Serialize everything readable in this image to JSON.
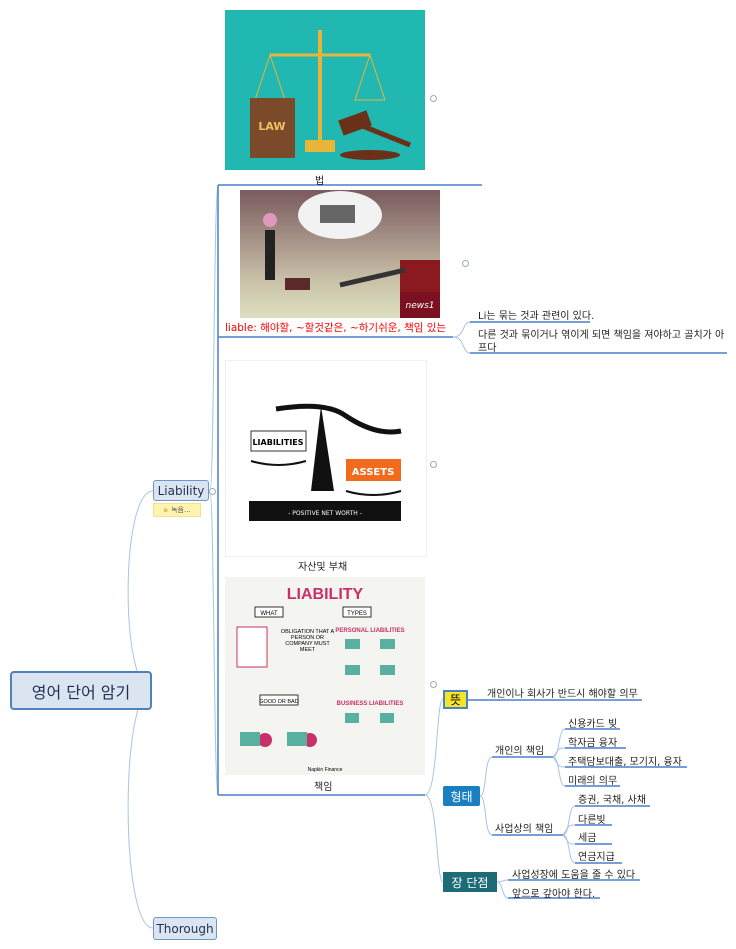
{
  "root": {
    "label": "영어 단어 암기"
  },
  "branches": [
    {
      "label": "Liability",
      "note": "녹음..."
    },
    {
      "label": "Thorough"
    }
  ],
  "images": [
    {
      "caption": "법",
      "text": "LAW"
    },
    {
      "caption": "liable: 해야할, ~할것같은, ~하기쉬운, 책임 있는",
      "caption_color": "#ff0000",
      "logo": "news1"
    },
    {
      "caption": "자산및 부채",
      "left": "LIABILITIES",
      "right": "ASSETS",
      "banner": "- POSITIVE NET WORTH -"
    },
    {
      "caption": "책임",
      "title": "LIABILITY",
      "what": "WHAT",
      "types": "TYPES",
      "obligation": "OBLIGATION THAT A PERSON OR COMPANY MUST MEET",
      "personal": "PERSONAL LIABILITIES",
      "business": "BUSINESS LIABILITIES",
      "good_bad": "GOOD OR BAD",
      "source": "Napkin Finance"
    }
  ],
  "liable_notes": [
    "Li는 묶는 것과 관련이 있다.",
    "다른 것과 묶이거나 엮이게 되면 책임을 져야하고 골치가 아",
    "프다"
  ],
  "meaning": {
    "label": "뜻",
    "text": "개인이나 회사가 반드시 해야할 의무"
  },
  "forms": {
    "label": "형태",
    "personal": {
      "label": "개인의 책임",
      "items": [
        "신용카드 빚",
        "학자금 융자",
        "주택담보대출, 모기지, 융자",
        "미래의 의무"
      ]
    },
    "business": {
      "label": "사업상의 책임",
      "items": [
        "증권, 국채, 사채",
        "다른빚",
        "세금",
        "연금지급"
      ]
    }
  },
  "pros_cons": {
    "label": "장 단점",
    "items": [
      "사업성장에 도움을 줄 수 있다",
      "앞으로 갚아야 한다."
    ]
  },
  "colors": {
    "line": "#4a7fc8",
    "curve": "#a8c4e6",
    "meaning_bg": "#f5e52a",
    "forms_bg": "#1a7fc1",
    "pros_bg": "#1d6b77",
    "root_bg": "#dbe5f1"
  }
}
